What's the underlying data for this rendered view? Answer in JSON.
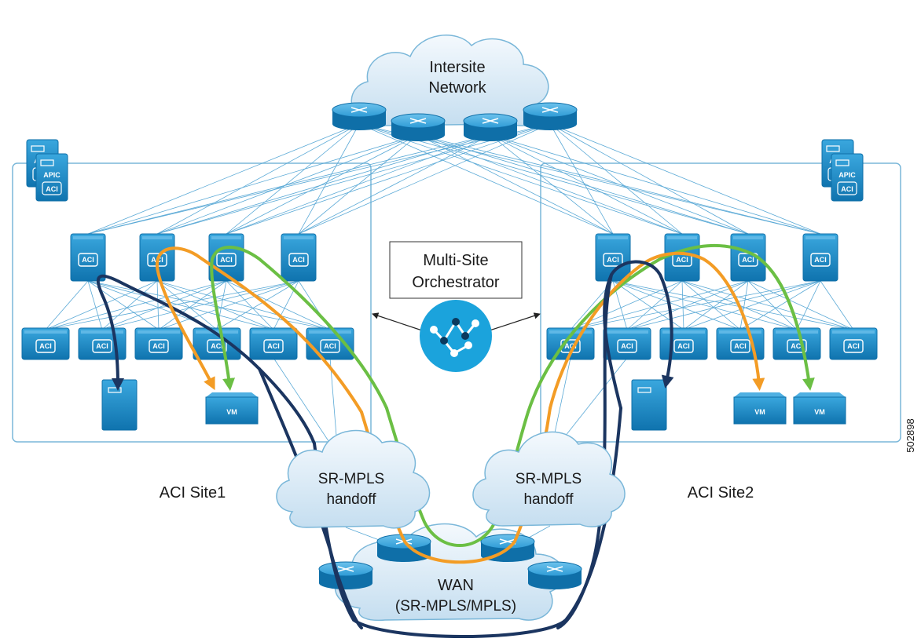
{
  "labels": {
    "intersite_line1": "Intersite",
    "intersite_line2": "Network",
    "mso_line1": "Multi-Site",
    "mso_line2": "Orchestrator",
    "site1": "ACI Site1",
    "site2": "ACI Site2",
    "handoff_line1": "SR-MPLS",
    "handoff_line2": "handoff",
    "wan_line1": "WAN",
    "wan_line2": "(SR-MPLS/MPLS)",
    "figure_id": "502898"
  },
  "icons": {
    "apic": "APIC",
    "aci": "ACI",
    "vm": "VM"
  },
  "colors": {
    "device_blue": "#1b8fcf",
    "device_dark": "#0f6fa8",
    "cloud_fill": "#dcecf7",
    "link": "#5aa9d6",
    "path_navy": "#1b3560",
    "path_orange": "#f39c25",
    "path_green": "#6bbf44",
    "orchestrator": "#1ba3dc"
  }
}
